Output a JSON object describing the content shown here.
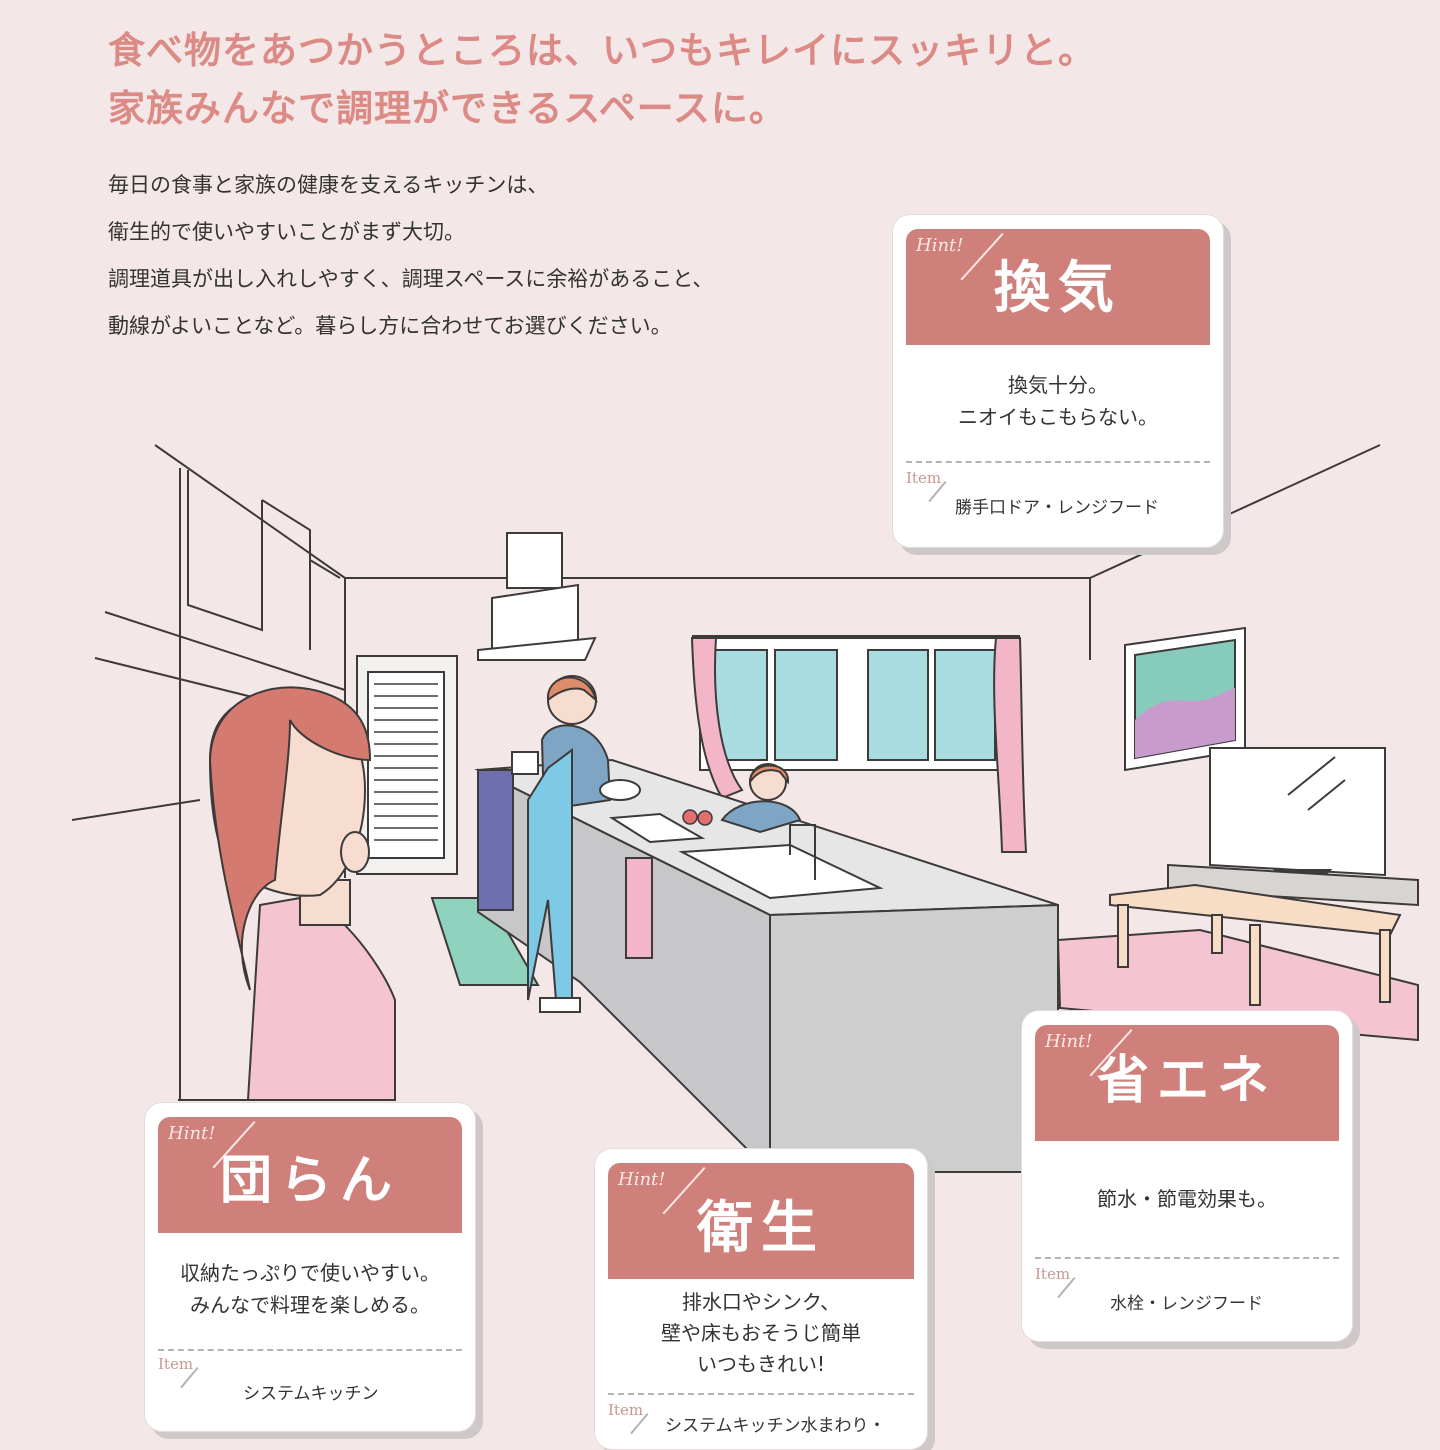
{
  "headline": {
    "line1": "食べ物をあつかうところは、いつもキレイにスッキリと。",
    "line2": "家族みんなで調理ができるスペースに。"
  },
  "intro": {
    "lines": [
      "毎日の食事と家族の健康を支えるキッチンは、",
      "衛生的で使いやすいことがまず大切。",
      "調理道具が出し入れしやすく、調理スペースに余裕があること、",
      "動線がよいことなど。暮らし方に合わせてお選びください。"
    ]
  },
  "cards": {
    "ventilation": {
      "hint": "Hint!",
      "title": "換気",
      "body": [
        "換気十分。",
        "ニオイもこもらない。"
      ],
      "item_label": "Item",
      "item": "勝手口ドア・レンジフード"
    },
    "danran": {
      "hint": "Hint!",
      "title": "団らん",
      "body": [
        "収納たっぷりで使いやすい。",
        "みんなで料理を楽しめる。"
      ],
      "item_label": "Item",
      "item": "システムキッチン"
    },
    "hygiene": {
      "hint": "Hint!",
      "title": "衛生",
      "body": [
        "排水口やシンク、",
        "壁や床もおそうじ簡単",
        "いつもきれい!"
      ],
      "item_label": "Item",
      "item": "システムキッチン水まわり・"
    },
    "energy": {
      "hint": "Hint!",
      "title": "省エネ",
      "body": [
        "節水・節電効果も。"
      ],
      "item_label": "Item",
      "item": "水栓・レンジフード"
    }
  },
  "colors": {
    "accent": "#db8a85",
    "band": "#d0807b",
    "background": "#f3e8e7",
    "window_glass": "#a9dce0",
    "curtain": "#f3b6c8",
    "mat": "#8fd3bf",
    "rug": "#f4c4d0"
  }
}
